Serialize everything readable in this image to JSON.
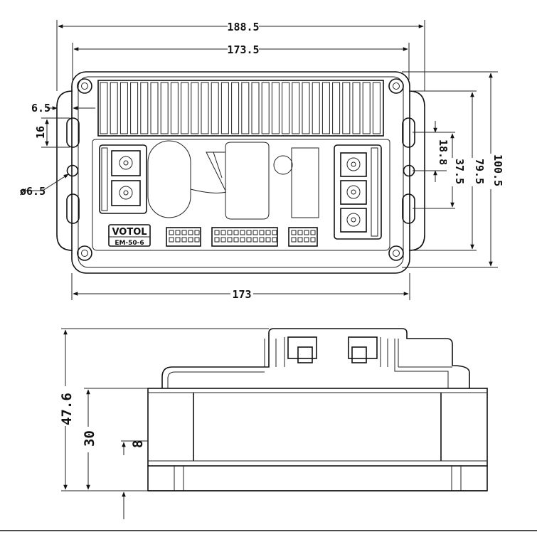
{
  "brand": {
    "name": "VOTOL",
    "model": "EM-50-6"
  },
  "top_view": {
    "overall_width": "188.5",
    "mount_hole_spacing": "173.5",
    "body_width": "173",
    "left_edge_offset": "6.5",
    "slot_length": "16",
    "hole_diameter": "ø6.5",
    "slot_offset": "18.8",
    "slot_spacing": "37.5",
    "mount_hole_height": "79.5",
    "overall_height": "100.5"
  },
  "side_view": {
    "total_height": "47.6",
    "body_height": "30",
    "flange_height": "8"
  }
}
